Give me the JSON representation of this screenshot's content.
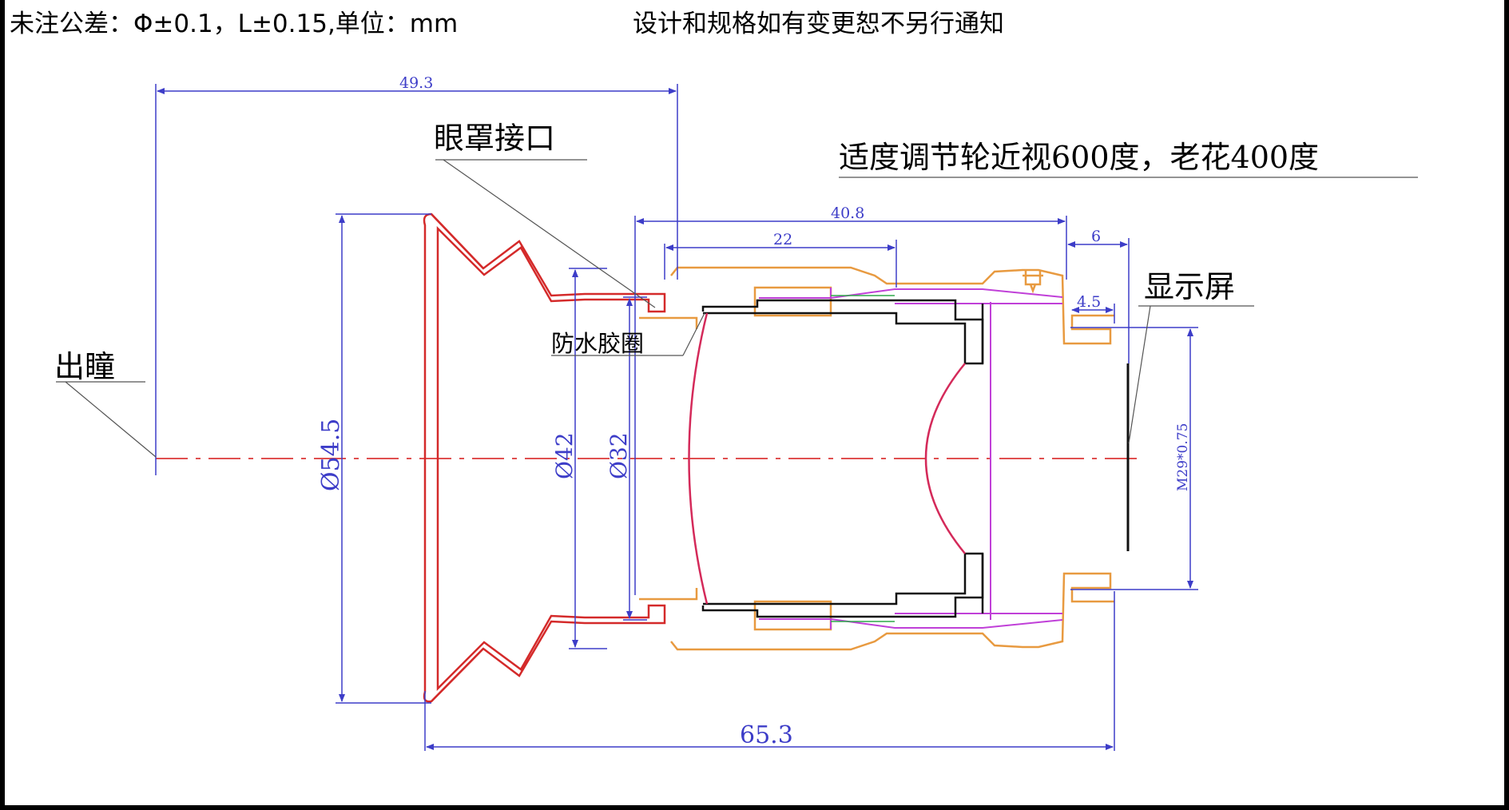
{
  "header": {
    "tolerance_note": "未注公差：Φ±0.1，L±0.15,单位：mm",
    "change_notice": "设计和规格如有变更恕不另行通知"
  },
  "labels": {
    "exit_pupil": "出瞳",
    "eyecup_interface": "眼罩接口",
    "diopter_ring": "适度调节轮近视600度，老花400度",
    "display": "显示屏",
    "waterproof_ring": "防水胶圈"
  },
  "dimensions": {
    "d_49_3": "49.3",
    "d_40_8": "40.8",
    "d_22": "22",
    "d_6": "6",
    "d_4_5": "4.5",
    "d_65_3": "65.3",
    "d_phi54_5": "Ø54.5",
    "d_phi42": "Ø42",
    "d_phi32": "Ø32",
    "d_m29": "M29*0.75"
  },
  "colors": {
    "dimension": "#3d3dc8",
    "eyecup": "#d42a2a",
    "housing": "#e89a40",
    "focus_ring": "#c040d8",
    "lens_edge": "#d42a5a",
    "centerline": "#e05050"
  }
}
